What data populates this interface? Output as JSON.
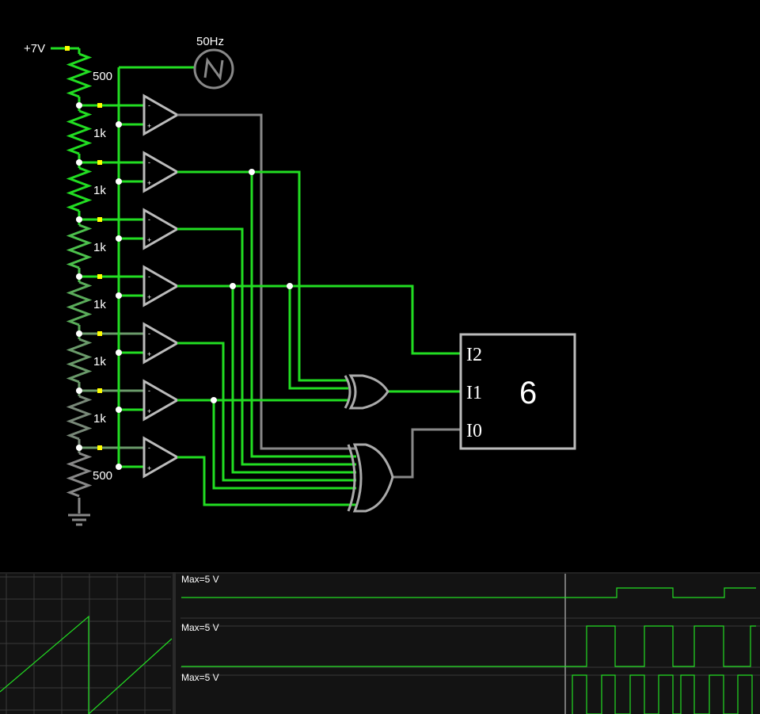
{
  "circuit": {
    "supply_label": "+7V",
    "source_label": "50Hz",
    "resistors": [
      "500",
      "1k",
      "1k",
      "1k",
      "1k",
      "1k",
      "1k",
      "500"
    ],
    "comparator_pins": {
      "minus": "-",
      "plus": "+"
    },
    "encoder": {
      "inputs": [
        "I2",
        "I1",
        "I0"
      ],
      "output_value": "6"
    }
  },
  "scope": {
    "traces": [
      {
        "label": "Max=5 V"
      },
      {
        "label": "Max=5 V"
      },
      {
        "label": "Max=5 V"
      }
    ]
  },
  "colors": {
    "wire_high": "#22dd22",
    "wire_low": "#888888",
    "element_outline": "#bbbbbb",
    "node": "#ffffff",
    "terminal": "#ffff00",
    "scope_bg": "#131313",
    "scope_grid": "#3a3a3a",
    "scope_trace": "#22dd22"
  }
}
